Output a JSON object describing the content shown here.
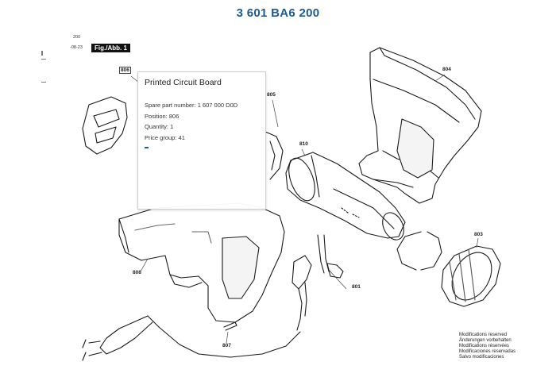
{
  "header": {
    "doc_number": "3 601 BA6 200"
  },
  "meta": {
    "top_text": "200",
    "date_text": "-08-23",
    "fig_label": "Fig./Abb. 1"
  },
  "callouts": {
    "c806": "806",
    "c805": "805",
    "c804": "804",
    "c810": "810",
    "c803": "803",
    "c808": "808",
    "c801": "801",
    "c807": "807"
  },
  "modifications": [
    "Modifications reserved",
    "Änderungen vorbehalten",
    "Modifications réservées",
    "Modificaciones reservadas",
    "Salvo modificaciones"
  ],
  "tooltip": {
    "title": "Printed Circuit Board",
    "spare_part": "Spare part number: 1 607 000 D0D",
    "position": "Position: 806",
    "quantity": "Quantity: 1",
    "price_group": "Price group: 41",
    "marker": "-"
  },
  "colors": {
    "accent": "#1f5a92",
    "line": "#1a1a1a",
    "shade": "#6f6f6f"
  }
}
